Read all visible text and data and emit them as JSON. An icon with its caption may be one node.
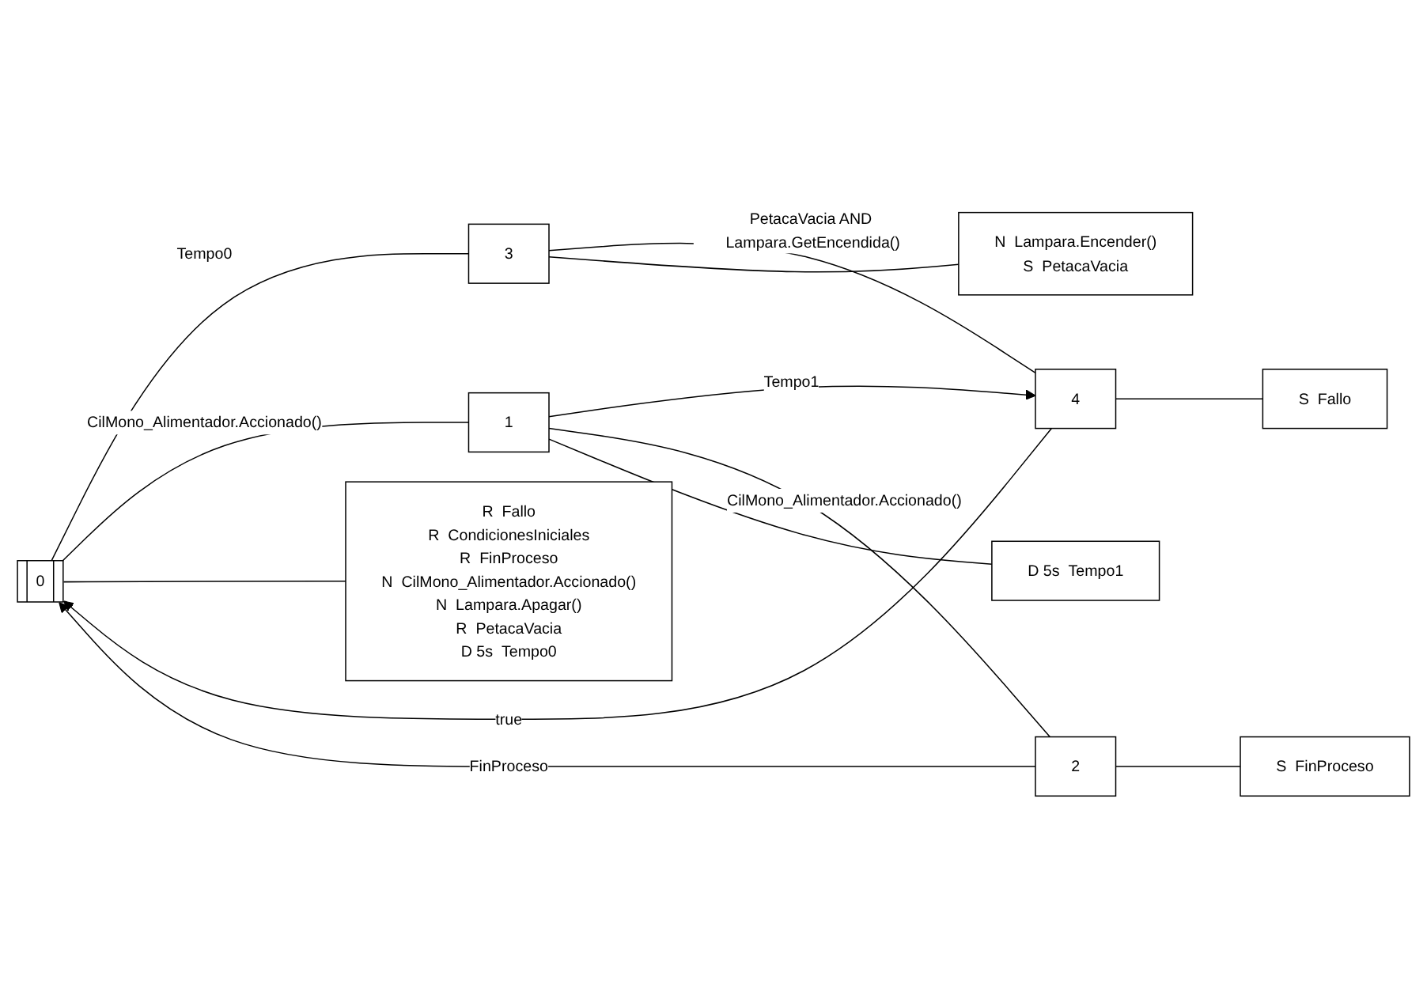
{
  "diagram": {
    "nodes": [
      {
        "text": [
          "0"
        ]
      },
      {
        "text": [
          "R",
          "Fallo",
          "R",
          "CondicionesIniciales",
          "R",
          "FinProceso",
          "N",
          "CilMono_Alimentador.Accionado()",
          "N",
          "Lampara.Apagar()",
          "R",
          "PetacaVacia",
          "D 5s",
          "Tempo0"
        ]
      },
      {
        "text": [
          "3"
        ]
      },
      {
        "text": [
          "N",
          "Lampara.Encender()",
          "S",
          "PetacaVacia"
        ]
      },
      {
        "text": [
          "1"
        ]
      },
      {
        "text": [
          "D 5s",
          "Tempo1"
        ]
      },
      {
        "text": [
          "4"
        ]
      },
      {
        "text": [
          "S",
          "Fallo"
        ]
      },
      {
        "text": [
          "2"
        ]
      },
      {
        "text": [
          "S",
          "FinProceso"
        ]
      }
    ],
    "edges": [
      {
        "from": 0,
        "to": 2,
        "label": "Tempo0",
        "arrow": "none"
      },
      {
        "from": 0,
        "to": 4,
        "label": "CilMono_Alimentador.Accionado()",
        "arrow": "none"
      },
      {
        "from": 2,
        "to": 6,
        "label": "PetacaVacia AND Lampara.GetEncendida()",
        "arrow": "none"
      },
      {
        "from": 4,
        "to": 6,
        "label": "Tempo1",
        "arrow": "to"
      },
      {
        "from": 4,
        "to": 8,
        "label": "CilMono_Alimentador.Accionado()",
        "arrow": "none"
      },
      {
        "from": 6,
        "to": 0,
        "label": "true",
        "arrow": "to"
      },
      {
        "from": 8,
        "to": 0,
        "label": "FinProceso",
        "arrow": "to"
      },
      {
        "from": 0,
        "to": 1,
        "arrow": "none"
      },
      {
        "from": 2,
        "to": 3,
        "arrow": "none"
      },
      {
        "from": 4,
        "to": 5,
        "arrow": "none"
      },
      {
        "from": 6,
        "to": 7,
        "arrow": "none"
      },
      {
        "from": 8,
        "to": 9,
        "arrow": "none"
      }
    ]
  }
}
